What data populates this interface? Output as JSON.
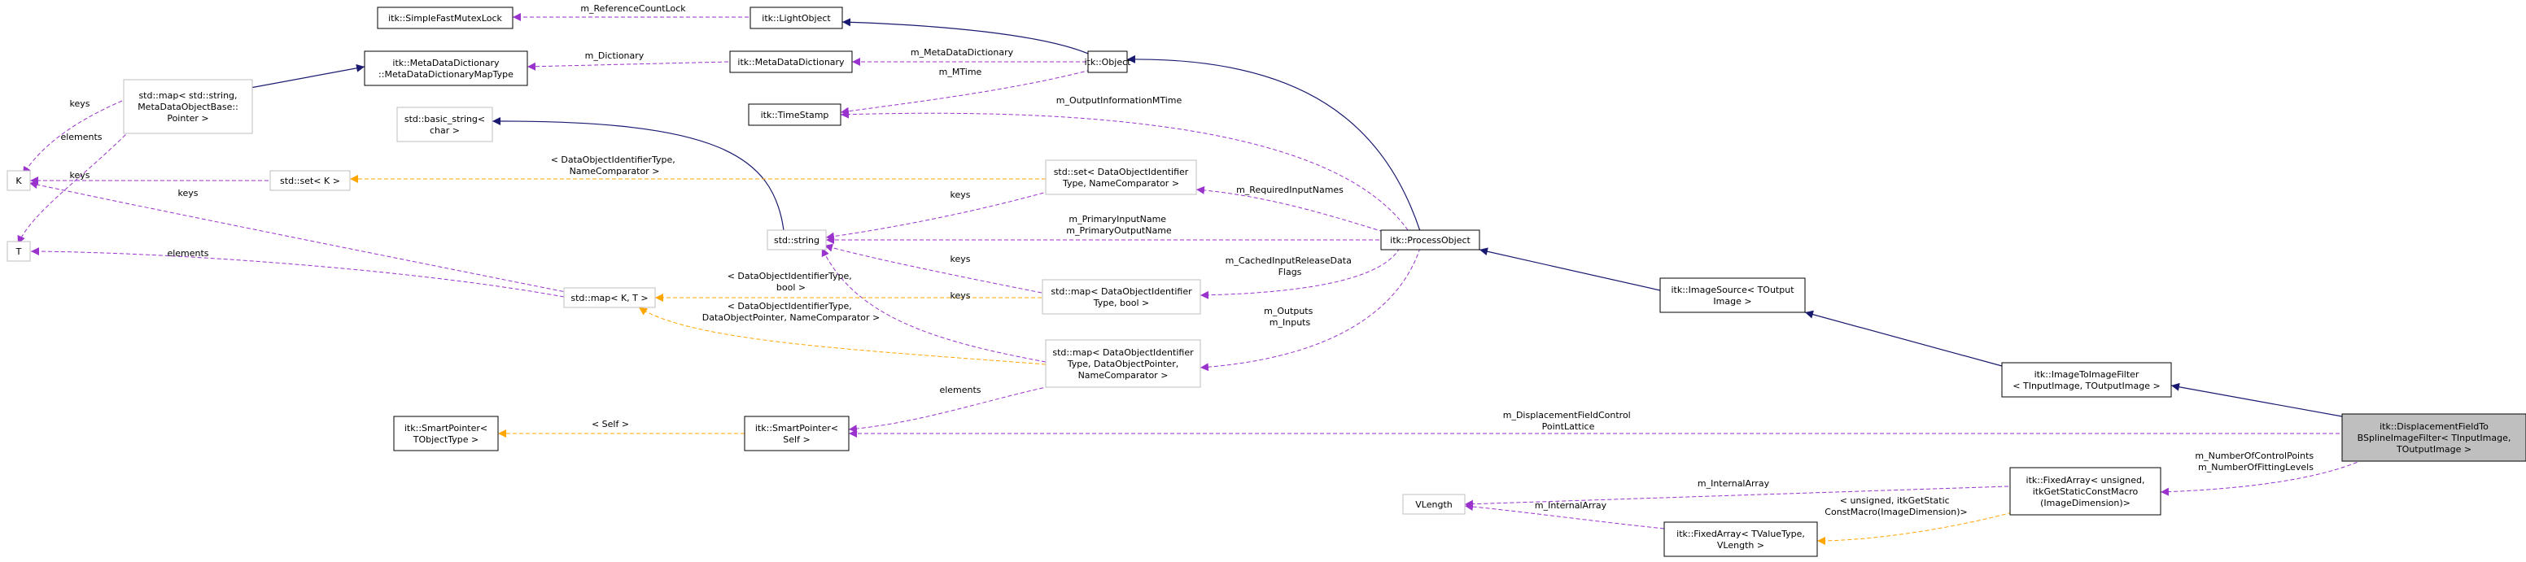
{
  "diagram": {
    "nodes": [
      {
        "id": "sfml",
        "label": "itk::SimpleFastMutexLock",
        "style": "black"
      },
      {
        "id": "lightobj",
        "label": "itk::LightObject",
        "style": "black"
      },
      {
        "id": "mdd_map",
        "label": "itk::MetaDataDictionary\n::MetaDataDictionaryMapType",
        "style": "black"
      },
      {
        "id": "mdd",
        "label": "itk::MetaDataDictionary",
        "style": "black"
      },
      {
        "id": "object",
        "label": "itk::Object",
        "style": "black"
      },
      {
        "id": "stdmap_base",
        "label": "std::map< std::string,\nMetaDataObjectBase::\nPointer >",
        "style": "gray"
      },
      {
        "id": "timestamp",
        "label": "itk::TimeStamp",
        "style": "black"
      },
      {
        "id": "basic_string",
        "label": "std::basic_string<\nchar >",
        "style": "gray"
      },
      {
        "id": "K",
        "label": "K",
        "style": "gray"
      },
      {
        "id": "set_k",
        "label": "std::set< K >",
        "style": "gray"
      },
      {
        "id": "set_doi",
        "label": "std::set< DataObjectIdentifier\nType, NameComparator >",
        "style": "gray"
      },
      {
        "id": "stdstring",
        "label": "std::string",
        "style": "gray"
      },
      {
        "id": "processobj",
        "label": "itk::ProcessObject",
        "style": "black"
      },
      {
        "id": "T",
        "label": "T",
        "style": "gray"
      },
      {
        "id": "map_kt",
        "label": "std::map< K, T >",
        "style": "gray"
      },
      {
        "id": "map_bool",
        "label": "std::map< DataObjectIdentifier\nType, bool >",
        "style": "gray"
      },
      {
        "id": "imagesource",
        "label": "itk::ImageSource< TOutput\nImage >",
        "style": "black"
      },
      {
        "id": "map_dop",
        "label": "std::map< DataObjectIdentifier\nType, DataObjectPointer,\nNameComparator >",
        "style": "gray"
      },
      {
        "id": "im2im",
        "label": "itk::ImageToImageFilter\n< TInputImage, TOutputImage >",
        "style": "black"
      },
      {
        "id": "sp_tobj",
        "label": "itk::SmartPointer<\nTObjectType >",
        "style": "black"
      },
      {
        "id": "sp_self",
        "label": "itk::SmartPointer<\nSelf >",
        "style": "black"
      },
      {
        "id": "main",
        "label": "itk::DisplacementFieldTo\nBSplineImageFilter< TInputImage,\nTOutputImage >",
        "style": "main"
      },
      {
        "id": "fixedarr_u",
        "label": "itk::FixedArray< unsigned,\nitkGetStaticConstMacro\n(ImageDimension)>",
        "style": "black"
      },
      {
        "id": "vlength",
        "label": "VLength",
        "style": "gray"
      },
      {
        "id": "fixedarr_t",
        "label": "itk::FixedArray< TValueType,\nVLength >",
        "style": "black"
      }
    ],
    "edge_labels": [
      {
        "id": "e_refcount",
        "text": "m_ReferenceCountLock"
      },
      {
        "id": "e_dictionary",
        "text": "m_Dictionary"
      },
      {
        "id": "e_mdd",
        "text": "m_MetaDataDictionary"
      },
      {
        "id": "e_mtime",
        "text": "m_MTime"
      },
      {
        "id": "e_outinfo",
        "text": "m_OutputInformationMTime"
      },
      {
        "id": "e_keys_base",
        "text": "keys"
      },
      {
        "id": "e_elements_base",
        "text": "elements"
      },
      {
        "id": "e_setk_tmpl",
        "text": "< DataObjectIdentifierType,\nNameComparator >"
      },
      {
        "id": "e_keys_setk",
        "text": "keys"
      },
      {
        "id": "e_keys_mapkt",
        "text": "keys"
      },
      {
        "id": "e_keys_setdoi",
        "text": "keys"
      },
      {
        "id": "e_reqinput",
        "text": "m_RequiredInputNames"
      },
      {
        "id": "e_primary",
        "text": "m_PrimaryInputName\nm_PrimaryOutputName"
      },
      {
        "id": "e_elements_mapkt",
        "text": "elements"
      },
      {
        "id": "e_tmpl_bool",
        "text": "< DataObjectIdentifierType,\nbool >"
      },
      {
        "id": "e_keys_mapbool",
        "text": "keys"
      },
      {
        "id": "e_cached",
        "text": "m_CachedInputReleaseData\nFlags"
      },
      {
        "id": "e_tmpl_dop",
        "text": "< DataObjectIdentifierType,\nDataObjectPointer, NameComparator >"
      },
      {
        "id": "e_outputs",
        "text": "m_Outputs\nm_Inputs"
      },
      {
        "id": "e_elements_dop",
        "text": "elements"
      },
      {
        "id": "e_self",
        "text": "< Self >"
      },
      {
        "id": "e_lattice",
        "text": "m_DisplacementFieldControl\nPointLattice"
      },
      {
        "id": "e_ncp",
        "text": "m_NumberOfControlPoints\nm_NumberOfFittingLevels"
      },
      {
        "id": "e_internal1",
        "text": "m_InternalArray"
      },
      {
        "id": "e_internal2",
        "text": "m_InternalArray"
      },
      {
        "id": "e_fa_tmpl",
        "text": "< unsigned, itkGetStatic\nConstMacro(ImageDimension)>"
      }
    ],
    "colors": {
      "inheritance": "#191970",
      "usage": "#9a32cd",
      "template": "#ffa500",
      "node_border": "#000000",
      "node_border_gray": "#bfbfbf",
      "main_fill": "#bfbfbf"
    }
  }
}
